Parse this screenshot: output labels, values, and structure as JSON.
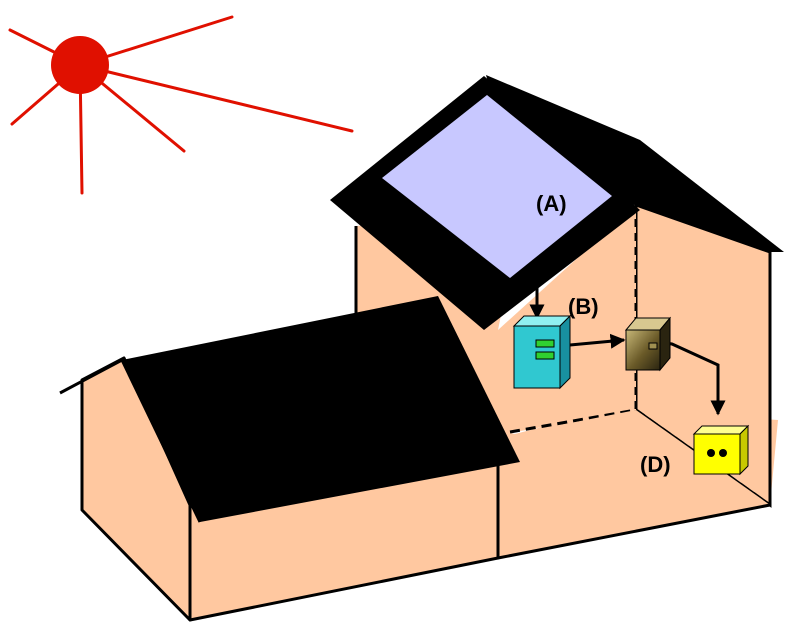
{
  "labels": {
    "a": "(A)",
    "b": "(B)",
    "d": "(D)"
  },
  "colors": {
    "sun": "#e01000",
    "wall": "#ffc8a0",
    "roof": "#000000",
    "panel_glass": "#c8c8ff",
    "inverter": "#30c8d0",
    "meter": "#807040",
    "outlet": "#ffff00"
  }
}
